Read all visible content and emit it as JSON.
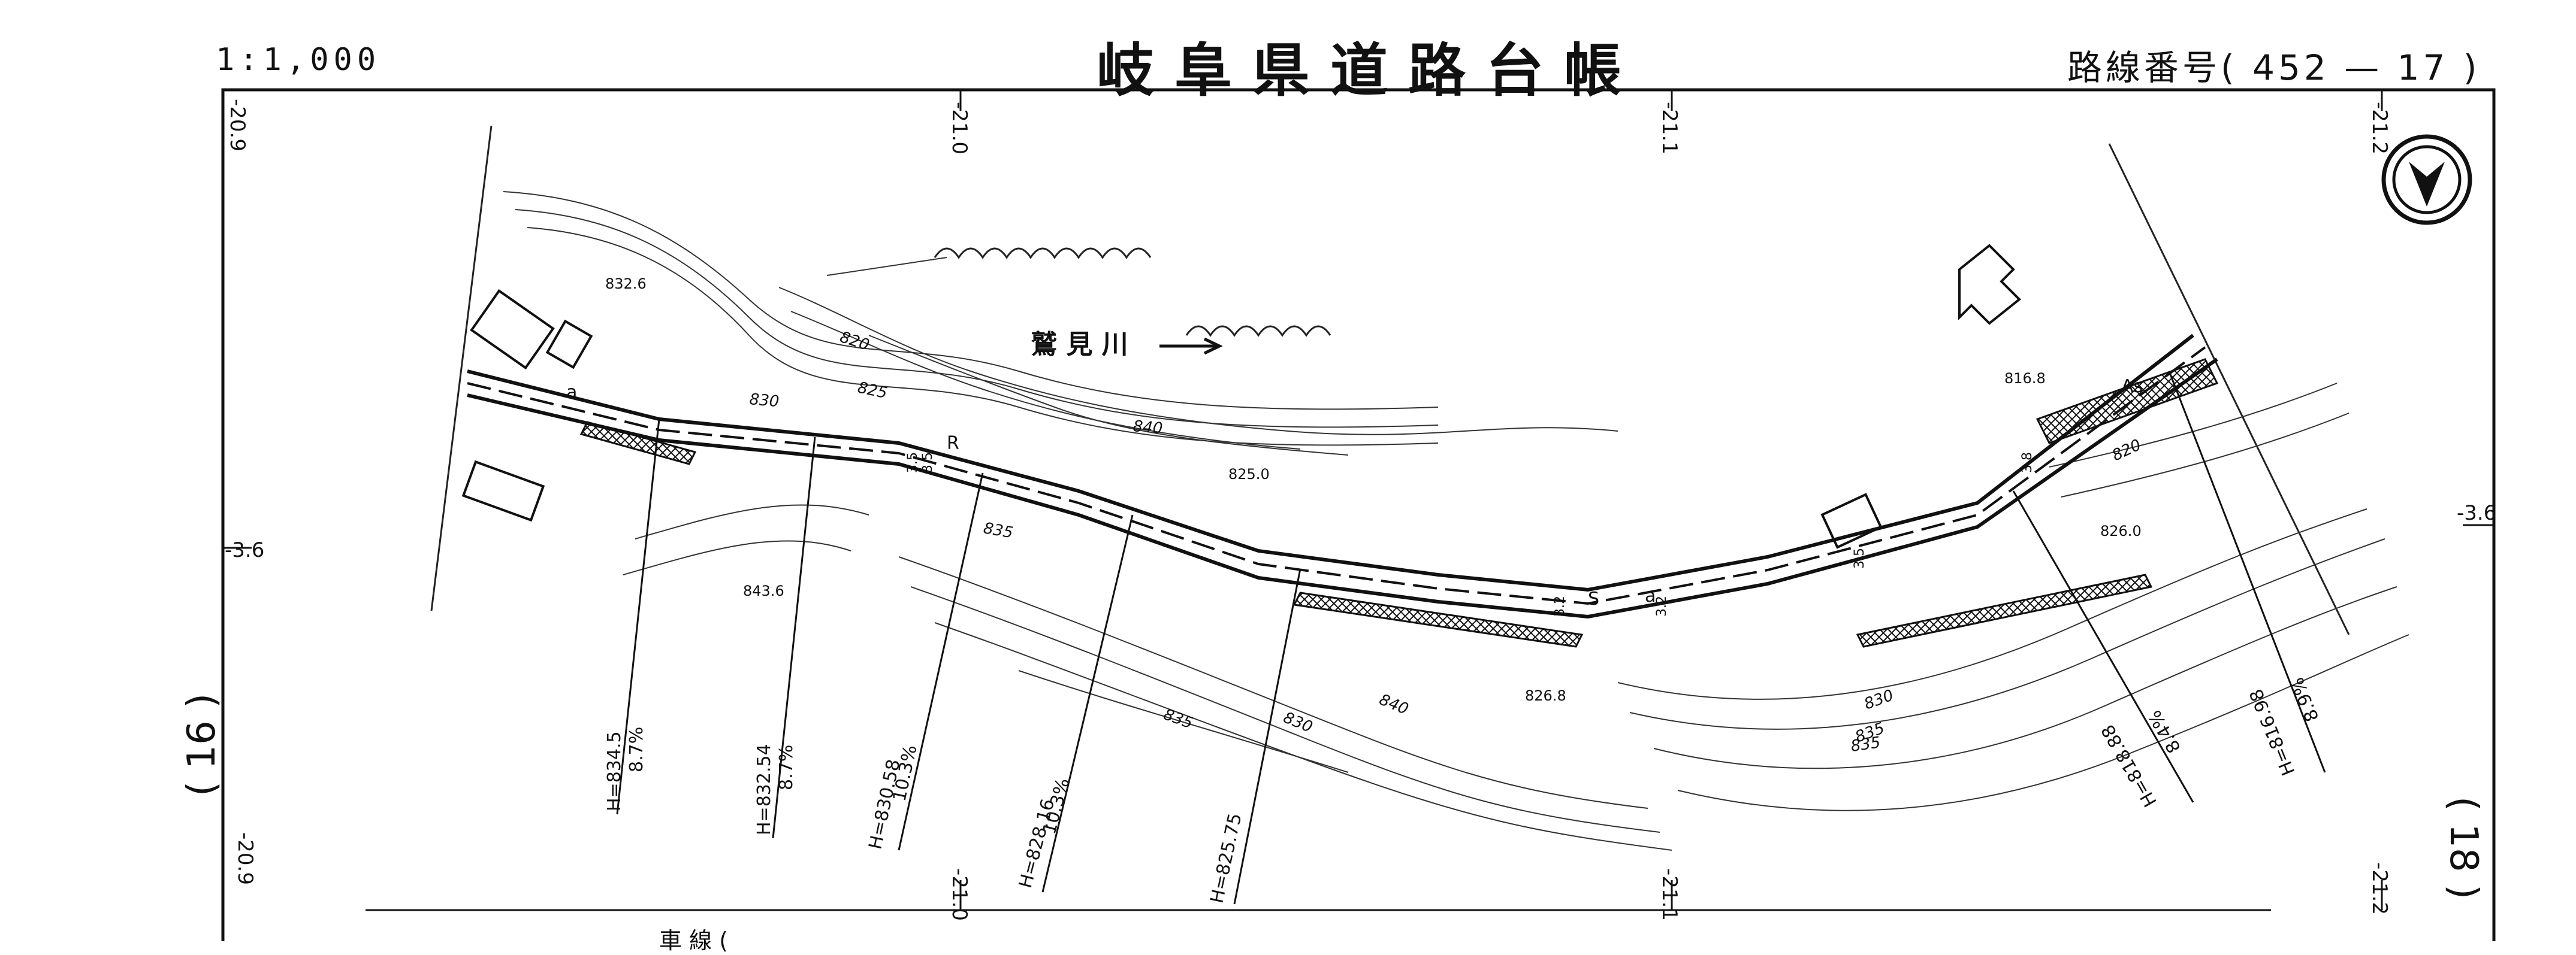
{
  "header": {
    "scale": "1:1,000",
    "title": "岐阜県道路台帳",
    "route": "路線番号( 452 — 17 )"
  },
  "pages": {
    "prev": "( 16 )",
    "next": "( 18 )"
  },
  "grid": {
    "top": [
      "-20.9",
      "-21.0",
      "-21.1",
      "-21.2"
    ],
    "bottom": [
      "-20.9",
      "-21.0",
      "-21.1",
      "-21.2"
    ],
    "left_side": "-3.6",
    "right_side": "-3.6"
  },
  "map": {
    "river_label": "鷲 見 川",
    "spot_heights": [
      "832.6",
      "843.6",
      "825.0",
      "826.8",
      "816.8",
      "826.0"
    ],
    "contours": [
      "820",
      "825",
      "830",
      "835",
      "840",
      "830",
      "835",
      "840",
      "835",
      "830",
      "820",
      "835"
    ],
    "profile_labels": [
      {
        "h": "H=834.5",
        "g": "8.7%"
      },
      {
        "h": "H=832.54",
        "g": "8.7%"
      },
      {
        "h": "H=830.58",
        "g": "10.3%"
      },
      {
        "h": "H=828.16",
        "g": "10.3%"
      },
      {
        "h": "H=825.75",
        "g": ""
      },
      {
        "h": "H=818.88",
        "g": "8.4%"
      },
      {
        "h": "H=816.98",
        "g": "8.9%"
      }
    ],
    "road_letters": [
      "a",
      "R",
      "S",
      "a",
      "As"
    ],
    "width_marks": [
      "3.5",
      "3.5",
      "3.2",
      "3.2",
      "3.5",
      "3.8"
    ]
  },
  "legend": {
    "partial_text": "車 線 ("
  },
  "north_icon": "north-arrow-icon"
}
